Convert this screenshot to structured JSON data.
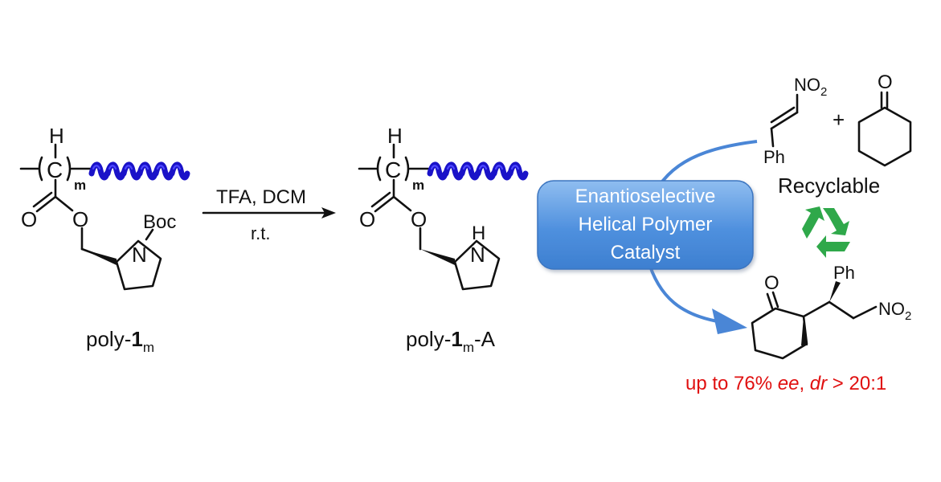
{
  "colors": {
    "text": "#111111",
    "helix": "#1a12c8",
    "catalyst_box": "#5b9be0",
    "arrow": "#4a86d6",
    "recycle": "#2fa84a",
    "result": "#e01010"
  },
  "icons": [
    "helix-icon",
    "recycle-icon",
    "arrow-icon"
  ],
  "reactant": {
    "h_label": "H",
    "c_label": "C",
    "m_label": "m",
    "o_label": "O",
    "o2_label": "O",
    "n_label": "N",
    "boc_label": "Boc",
    "name_prefix": "poly-",
    "name_number": "1",
    "name_sub": "m"
  },
  "reaction": {
    "reagents": "TFA, DCM",
    "conditions": "r.t."
  },
  "product": {
    "h_label": "H",
    "c_label": "C",
    "m_label": "m",
    "o_label": "O",
    "o2_label": "O",
    "nh_h_label": "H",
    "nh_n_label": "N",
    "name_prefix": "poly-",
    "name_number": "1",
    "name_sub": "m",
    "name_suffix": "-A"
  },
  "catalyst": {
    "line1": "Enantioselective",
    "line2": "Helical Polymer",
    "line3": "Catalyst"
  },
  "substrates": {
    "no2": "NO",
    "no2_sub": "2",
    "ph": "Ph",
    "plus": "+",
    "ketone_o": "O"
  },
  "recyclable_label": "Recyclable",
  "michael_product": {
    "o_label": "O",
    "ph": "Ph",
    "no2": "NO",
    "no2_sub": "2"
  },
  "result": {
    "prefix": "up to 76% ",
    "ee": "ee",
    "comma": ", ",
    "dr": "dr",
    "ratio": " > 20:1"
  }
}
